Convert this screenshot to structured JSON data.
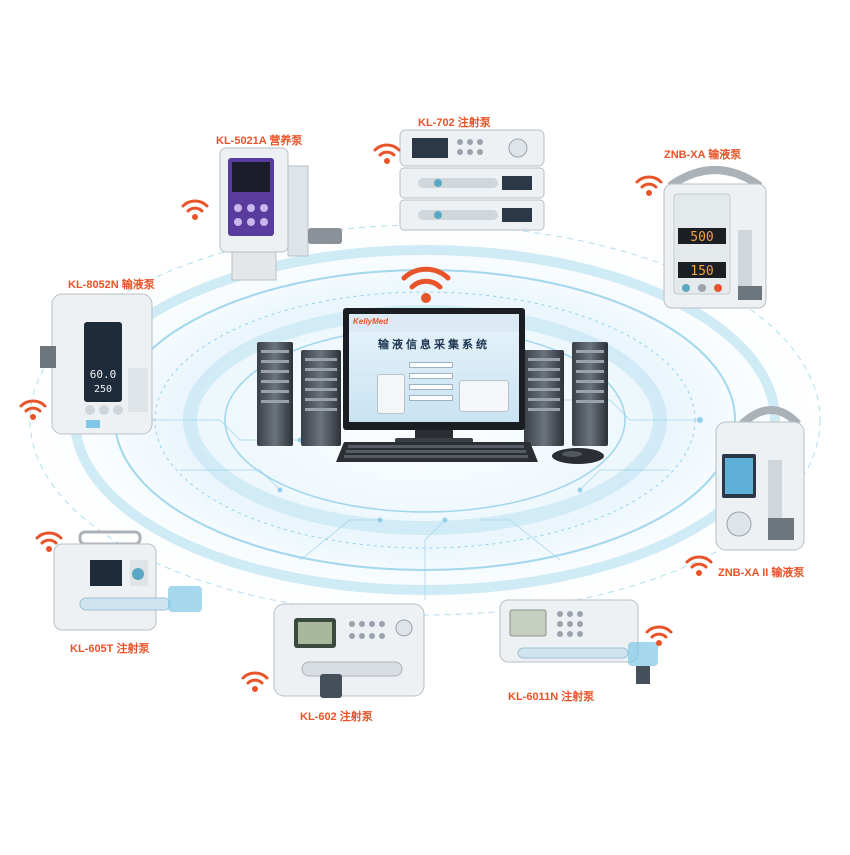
{
  "colors": {
    "accent": "#e8542a",
    "ring": "#7fc8e6",
    "ring_light": "#cfeaf6",
    "device_body": "#eef1f3",
    "screen": "#1e2b3a"
  },
  "devices": [
    {
      "id": "kl5021a",
      "label": "KL-5021A 营养泵"
    },
    {
      "id": "kl702",
      "label": "KL-702 注射泵"
    },
    {
      "id": "znbxa",
      "label": "ZNB-XA 输液泵"
    },
    {
      "id": "kl8052n",
      "label": "KL-8052N 输液泵"
    },
    {
      "id": "znbxa2",
      "label": "ZNB-XA II 输液泵"
    },
    {
      "id": "kl605t",
      "label": "KL-605T 注射泵"
    },
    {
      "id": "kl602",
      "label": "KL-602 注射泵"
    },
    {
      "id": "kl6011n",
      "label": "KL-6011N 注射泵"
    }
  ],
  "monitor": {
    "brand": "KellyMed",
    "title": "输液信息采集系统"
  },
  "icons": {
    "signal": "wifi-icon",
    "server": "server-rack-icon",
    "keyboard": "keyboard-icon",
    "mouse": "mouse-icon"
  }
}
